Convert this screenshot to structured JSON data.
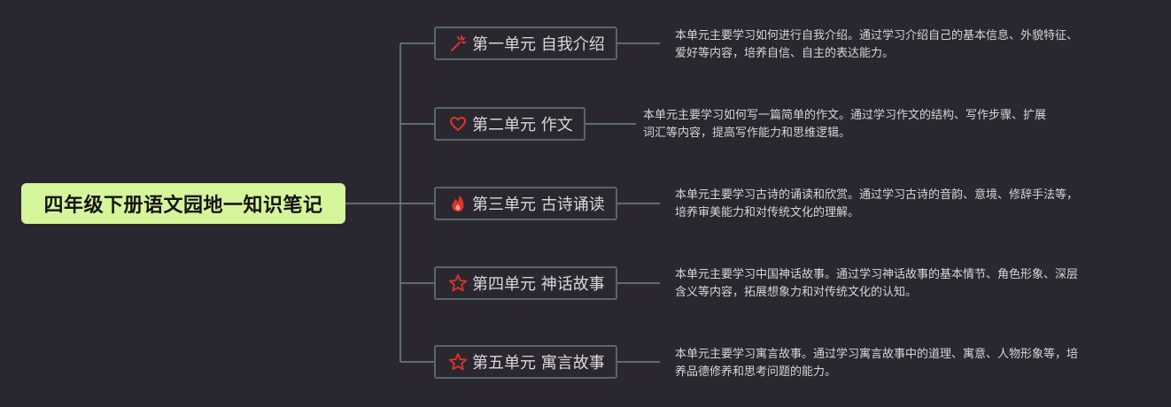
{
  "title": "四年级下册语文园地一知识笔记",
  "colors": {
    "background": "#2b2730",
    "root_fill": "#d4f59a",
    "connector": "#6b8587",
    "node_border": "#55676a",
    "icon": "#e0342a"
  },
  "units": [
    {
      "label": "第一单元 自我介绍",
      "icon": "magic-wand-icon",
      "desc_line1": "本单元主要学习如何进行自我介绍。通过学习介绍自己的基本信息、外貌特征、",
      "desc_line2": "爱好等内容，培养自信、自主的表达能力。"
    },
    {
      "label": "第二单元 作文",
      "icon": "heart-icon",
      "desc_line1": "本单元主要学习如何写一篇简单的作文。通过学习作文的结构、写作步骤、扩展",
      "desc_line2": "词汇等内容，提高写作能力和思维逻辑。"
    },
    {
      "label": "第三单元 古诗诵读",
      "icon": "fire-icon",
      "desc_line1": "本单元主要学习古诗的诵读和欣赏。通过学习古诗的音韵、意境、修辞手法等，",
      "desc_line2": "培养审美能力和对传统文化的理解。"
    },
    {
      "label": "第四单元 神话故事",
      "icon": "star-icon",
      "desc_line1": "本单元主要学习中国神话故事。通过学习神话故事的基本情节、角色形象、深层",
      "desc_line2": "含义等内容，拓展想象力和对传统文化的认知。"
    },
    {
      "label": "第五单元 寓言故事",
      "icon": "star-icon",
      "desc_line1": "本单元主要学习寓言故事。通过学习寓言故事中的道理、寓意、人物形象等，培",
      "desc_line2": "养品德修养和思考问题的能力。"
    }
  ]
}
